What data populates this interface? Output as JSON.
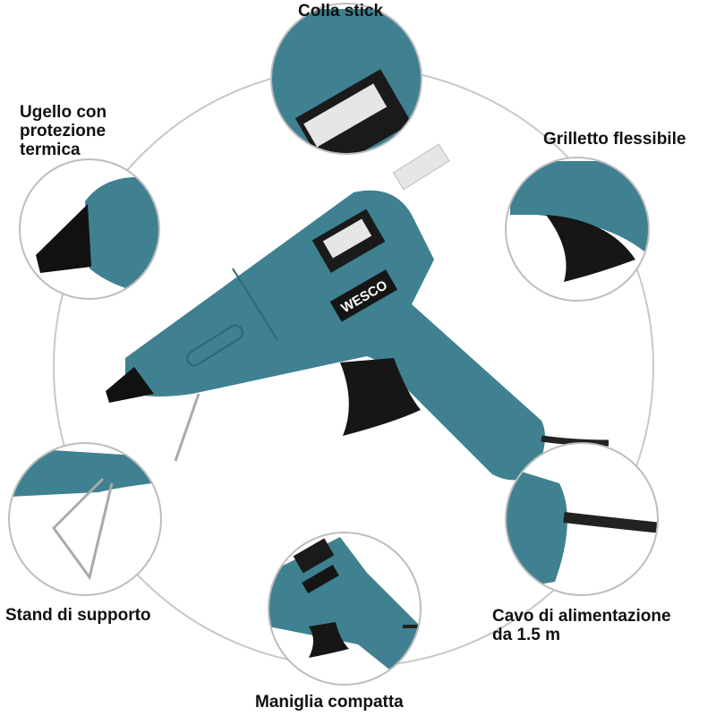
{
  "brand": "WESCO",
  "colors": {
    "body": "#3f8191",
    "body_dark": "#2f6776",
    "trigger": "#161616",
    "circle_stroke": "#bdbdbd",
    "glue": "#e8e8e8"
  },
  "labels": {
    "top": "Colla stick",
    "top_left": [
      "Ugello con",
      "protezione",
      "termica"
    ],
    "top_right": "Grilletto flessibile",
    "bottom_left": "Stand di supporto",
    "bottom_right": [
      "Cavo di alimentazione",
      "da 1.5 m"
    ],
    "bottom": "Maniglia compatta"
  }
}
